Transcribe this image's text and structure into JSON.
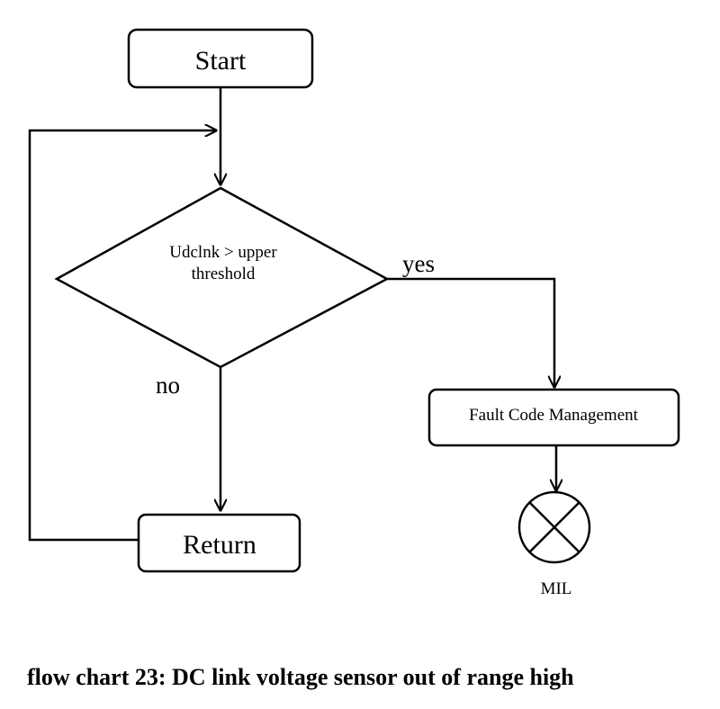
{
  "nodes": {
    "start": "Start",
    "decision_line1": "Udclnk > upper",
    "decision_line2": "threshold",
    "fault": "Fault Code Management",
    "return": "Return",
    "mil": "MIL"
  },
  "edges": {
    "yes": "yes",
    "no": "no"
  },
  "caption": "flow chart 23: DC link voltage sensor out of range high"
}
